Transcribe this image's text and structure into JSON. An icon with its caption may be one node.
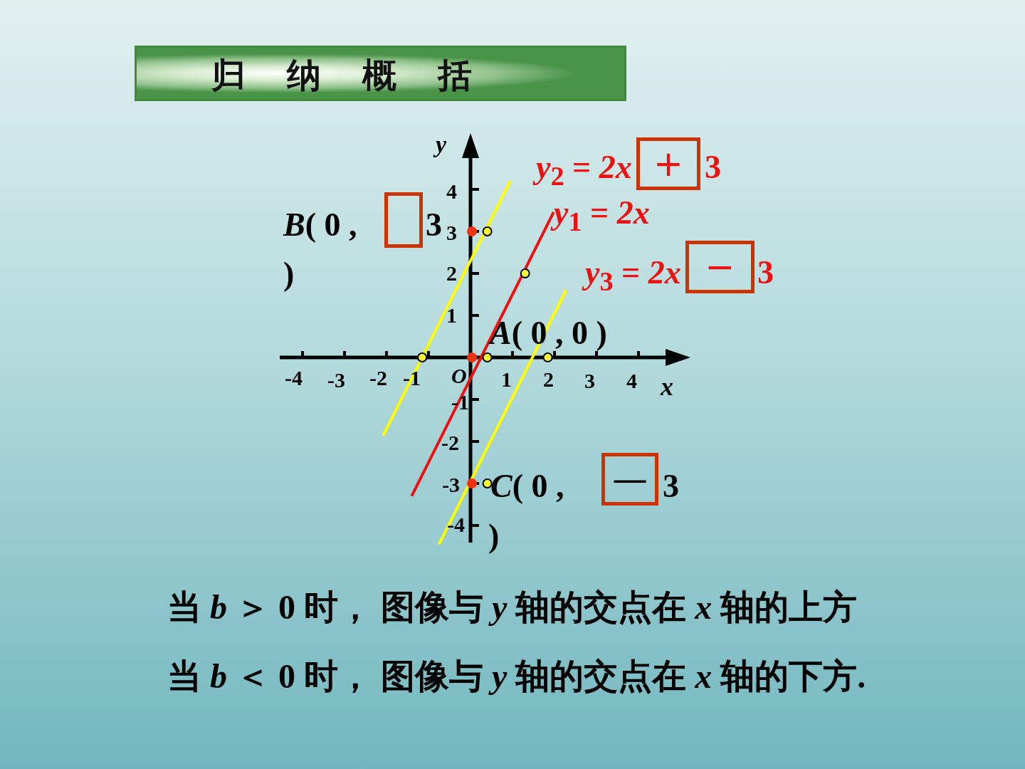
{
  "diagram": {
    "title": "归纳概括",
    "nodes": [
      {
        "text": [
          "+"
        ],
        "beside": [
          "*y*$_{2}$ = *2x*",
          "3"
        ]
      },
      {
        "text": [],
        "shape": "box",
        "beside": [
          "*B*( 0 ,",
          "3",
          ")"
        ]
      },
      {
        "text": [
          "−"
        ],
        "beside": [
          "*y*$_{3}$ = *2x*",
          "3"
        ]
      },
      {
        "text": [
          "—"
        ],
        "beside": [
          "*C*( 0 ,",
          "3",
          ")"
        ]
      }
    ],
    "labels": [
      "*y*",
      "4",
      "3",
      "*y*$_{1}$ = *2x*",
      "2",
      "1",
      "*A*( 0 ,  0 )",
      "-4",
      "-3",
      "-2",
      "-1",
      "*O*",
      "1",
      "2",
      "3",
      "4",
      "*x*",
      "-1",
      "-2",
      "-3",
      "-4",
      "当 *b* ＞ 0 时， 图像与 *y* 轴的交点在 *x* 轴的上方",
      "当 *b* ＜ 0 时， 图像与 *y* 轴的交点在 *x* 轴的下方."
    ]
  }
}
